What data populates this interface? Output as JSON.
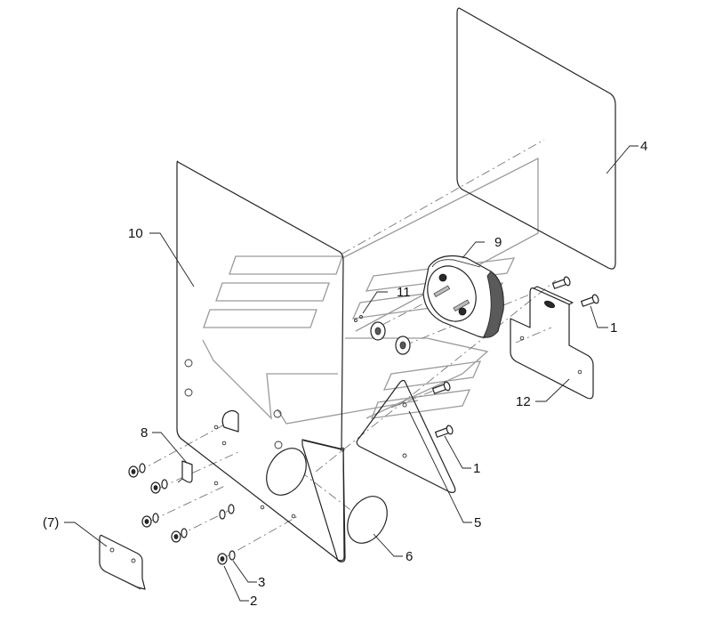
{
  "diagram": {
    "callouts": [
      {
        "id": "c4",
        "label": "4"
      },
      {
        "id": "c10",
        "label": "10"
      },
      {
        "id": "c9",
        "label": "9"
      },
      {
        "id": "c11",
        "label": "11"
      },
      {
        "id": "c1a",
        "label": "1"
      },
      {
        "id": "c12",
        "label": "12"
      },
      {
        "id": "c1b",
        "label": "1"
      },
      {
        "id": "c8",
        "label": "8"
      },
      {
        "id": "c5",
        "label": "5"
      },
      {
        "id": "c7",
        "label": "(7)"
      },
      {
        "id": "c6",
        "label": "6"
      },
      {
        "id": "c3",
        "label": "3"
      },
      {
        "id": "c2",
        "label": "2"
      }
    ]
  }
}
